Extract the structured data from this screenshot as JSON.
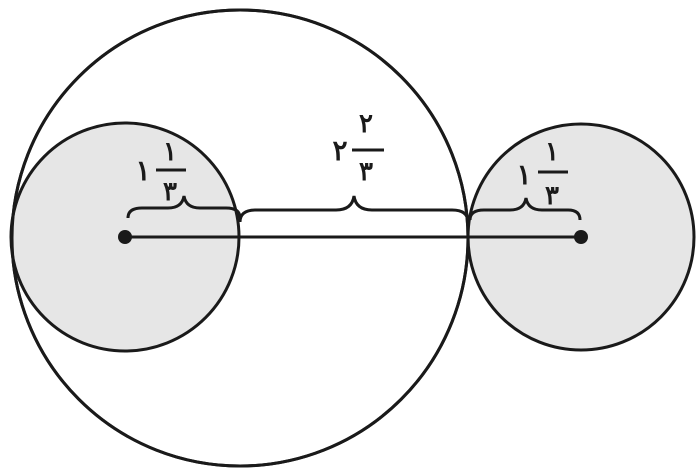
{
  "labels": {
    "left": {
      "whole": "۱",
      "numerator": "۱",
      "denominator": "۳"
    },
    "middle": {
      "whole": "۲",
      "numerator": "۲",
      "denominator": "۳"
    },
    "right": {
      "whole": "۱",
      "numerator": "۱",
      "denominator": "۳"
    }
  },
  "colors": {
    "stroke": "#1a1a1a",
    "small_circle_fill": "#e6e6e6",
    "background": "#ffffff"
  }
}
